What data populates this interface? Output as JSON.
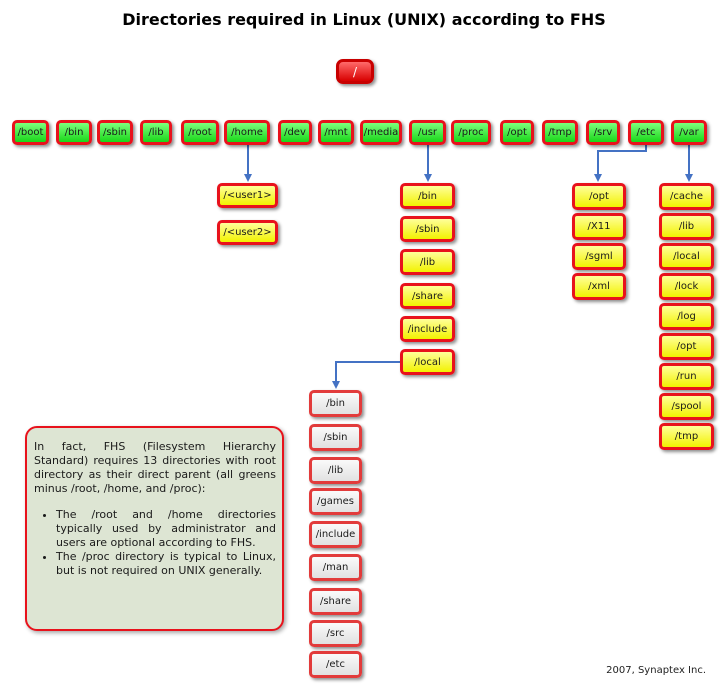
{
  "title": "Directories required in Linux (UNIX) according to FHS",
  "root": "/",
  "top_level": [
    "/boot",
    "/bin",
    "/sbin",
    "/lib",
    "/root",
    "/home",
    "/dev",
    "/mnt",
    "/media",
    "/usr",
    "/proc",
    "/opt",
    "/tmp",
    "/srv",
    "/etc",
    "/var"
  ],
  "home_children": [
    "/<user1>",
    "/<user2>"
  ],
  "usr_children": [
    "/bin",
    "/sbin",
    "/lib",
    "/share",
    "/include",
    "/local"
  ],
  "usr_local_children": [
    "/bin",
    "/sbin",
    "/lib",
    "/games",
    "/include",
    "/man",
    "/share",
    "/src",
    "/etc"
  ],
  "etc_children": [
    "/opt",
    "/X11",
    "/sgml",
    "/xml"
  ],
  "var_children": [
    "/cache",
    "/lib",
    "/local",
    "/lock",
    "/log",
    "/opt",
    "/run",
    "/spool",
    "/tmp"
  ],
  "note": {
    "paragraph": "In fact, FHS (Filesystem Hierarchy Standard) requires 13 directories with root directory as their direct parent (all greens minus /root, /home, and /proc):",
    "bullets": [
      "The /root and /home directories typically used by administrator and users are optional according to FHS.",
      "The /proc directory is typical to Linux, but is not required on UNIX generally."
    ]
  },
  "credit": "2007, Synaptex Inc.",
  "colors": {
    "root_fill": "#d80000",
    "top_level_fill": "#19d619",
    "second_level_fill": "#f2f200",
    "third_level_fill": "#e1e1e1",
    "border": "#e8121c",
    "connector": "#4472c4",
    "note_fill": "#dde5d3"
  }
}
